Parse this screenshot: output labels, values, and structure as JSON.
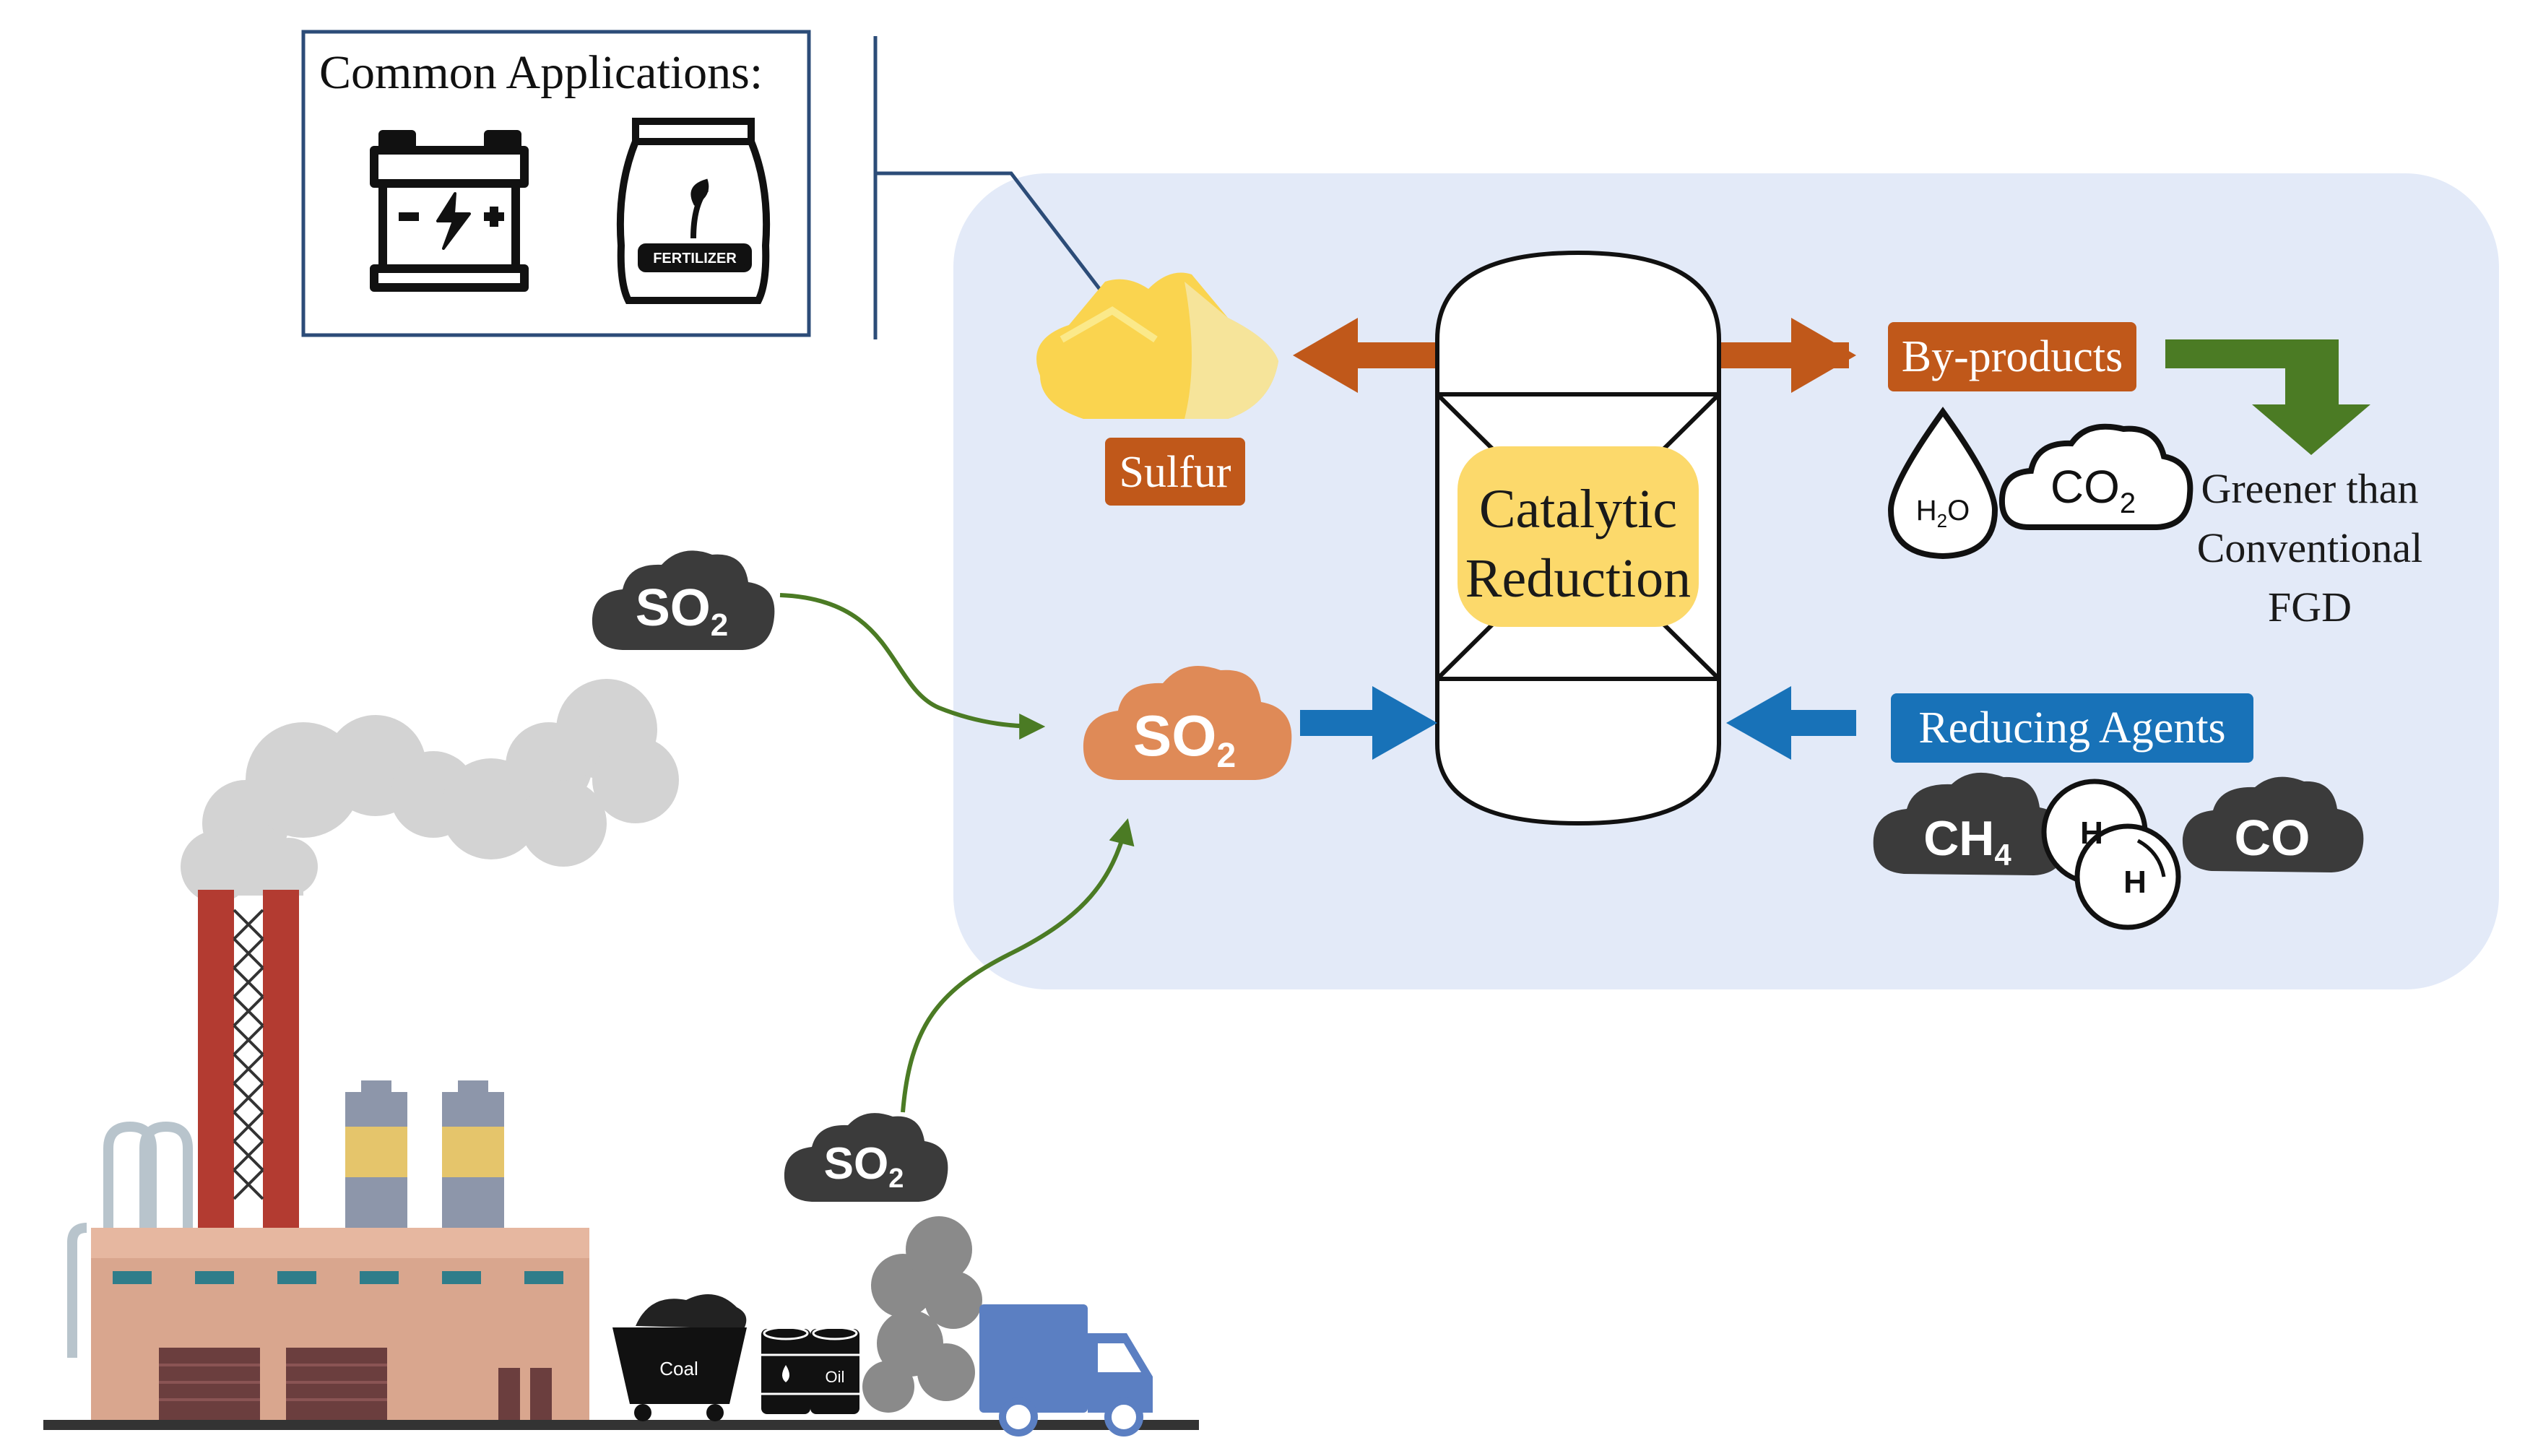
{
  "applications": {
    "title": "Common Applications:",
    "fertilizer_label": "FERTILIZER"
  },
  "labels": {
    "sulfur": "Sulfur",
    "catalytic_line1": "Catalytic",
    "catalytic_line2": "Reduction",
    "byproducts": "By-products",
    "reducing_agents": "Reducing Agents",
    "greener_line1": "Greener than",
    "greener_line2": "Conventional",
    "greener_line3": "FGD"
  },
  "molecules": {
    "so2_main": "SO",
    "so2_main_sub": "2",
    "so2_top": "SO",
    "so2_top_sub": "2",
    "so2_low": "SO",
    "so2_low_sub": "2",
    "h2o_h": "H",
    "h2o_sub": "2",
    "h2o_o": "O",
    "co2": "CO",
    "co2_sub": "2",
    "ch4": "CH",
    "ch4_sub": "4",
    "h_atom1": "H",
    "h_atom2": "H",
    "co": "CO"
  },
  "sources": {
    "coal": "Coal",
    "oil": "Oil"
  },
  "colors": {
    "panel": "#e3eaf8",
    "orange": "#c0581a",
    "blue": "#1872b8",
    "green": "#4b7b24",
    "yellow": "#fcd96b",
    "dark_cloud": "#3b3b3b",
    "so2_orange": "#df8a57",
    "truck": "#5b7fc2"
  }
}
